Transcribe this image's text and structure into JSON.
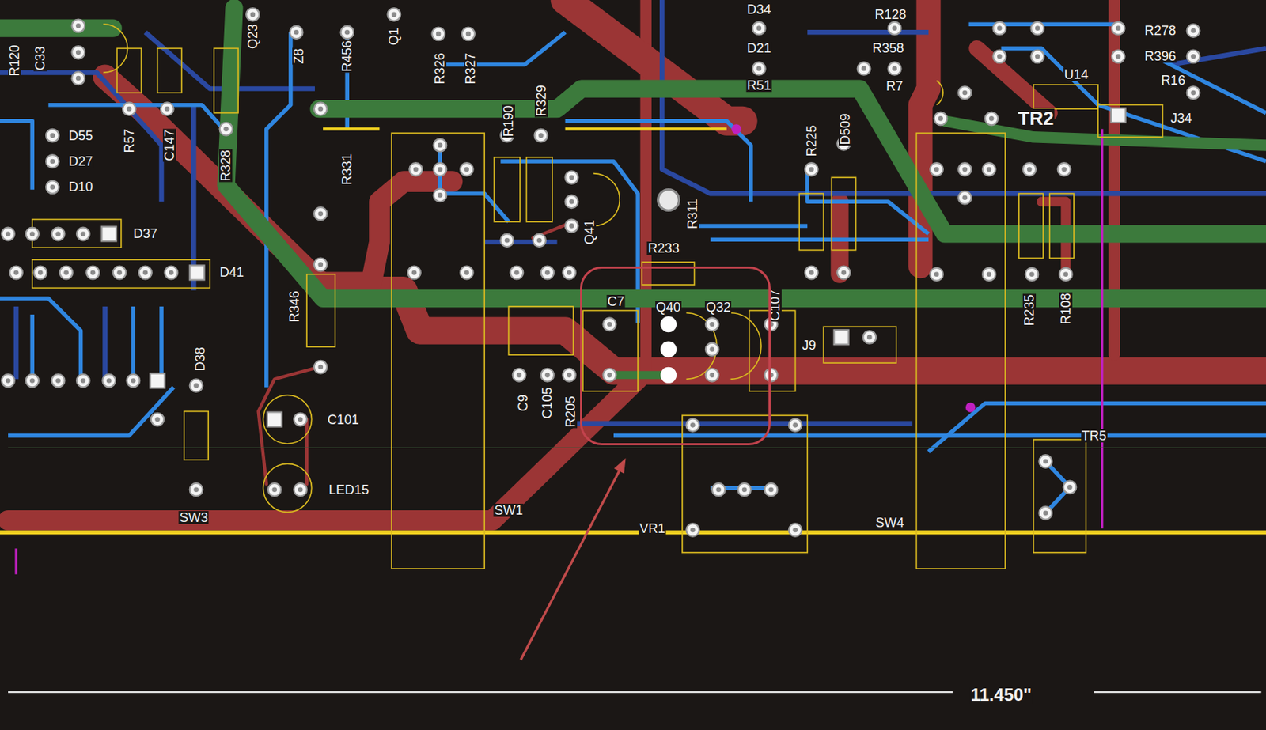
{
  "diagram": {
    "nodes": [
      {
        "text": [
          "C7",
          "Q40",
          "Q32"
        ]
      }
    ],
    "edges": [],
    "labels": [
      "R120",
      "C33",
      "D55",
      "D27",
      "D10",
      "R57",
      "C147",
      "R328",
      "Q23",
      "Z8",
      "R456",
      "Q1",
      "R326",
      "R327",
      "R190",
      "R329",
      "R331",
      "D37",
      "D41",
      "R346",
      "D38",
      "C101",
      "LED15",
      "SW3",
      "SW1",
      "C9",
      "C105",
      "R205",
      "Q41",
      "R233",
      "R311",
      "C107",
      "J9",
      "VR1",
      "SW4",
      "TR5",
      "R235",
      "R108",
      "D34",
      "D21",
      "R51",
      "R128",
      "R358",
      "R7",
      "U14",
      "R225",
      "D509",
      "TR2",
      "R278",
      "R396",
      "R16",
      "J34",
      "11.450\""
    ]
  }
}
